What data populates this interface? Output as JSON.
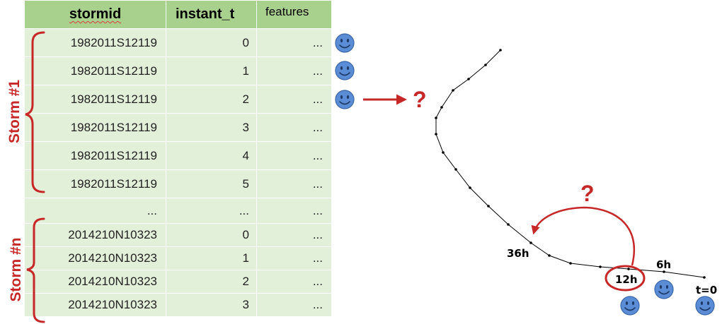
{
  "table": {
    "headers": {
      "stormid": "stormid",
      "instant_t": "instant_t",
      "features": "features"
    },
    "rows": [
      {
        "stormid": "1982011S12119",
        "instant_t": "0",
        "features": "...",
        "highlight": false
      },
      {
        "stormid": "1982011S12119",
        "instant_t": "1",
        "features": "...",
        "highlight": false
      },
      {
        "stormid": "1982011S12119",
        "instant_t": "2",
        "features": "...",
        "highlight": true
      },
      {
        "stormid": "1982011S12119",
        "instant_t": "3",
        "features": "...",
        "highlight": false
      },
      {
        "stormid": "1982011S12119",
        "instant_t": "4",
        "features": "...",
        "highlight": false
      },
      {
        "stormid": "1982011S12119",
        "instant_t": "5",
        "features": "...",
        "highlight": false
      },
      {
        "stormid": "...",
        "instant_t": "...",
        "features": "...",
        "highlight": false
      },
      {
        "stormid": "2014210N10323",
        "instant_t": "0",
        "features": "...",
        "highlight": false
      },
      {
        "stormid": "2014210N10323",
        "instant_t": "1",
        "features": "...",
        "highlight": false
      },
      {
        "stormid": "2014210N10323",
        "instant_t": "2",
        "features": "...",
        "highlight": false
      },
      {
        "stormid": "2014210N10323",
        "instant_t": "3",
        "features": "...",
        "highlight": false
      }
    ]
  },
  "storm_labels": {
    "first": "Storm #1",
    "last": "Storm #n"
  },
  "question_marks": {
    "arrow": "?",
    "track": "?"
  },
  "track_labels": {
    "t0": "t=0",
    "h6": "6h",
    "h12": "12h",
    "h36": "36h"
  },
  "icons": [
    "smiley-icon"
  ],
  "colors": {
    "header_bg": "#a9d18e",
    "cell_bg": "#e2efd9",
    "highlight_bg": "#f4a898",
    "accent_red": "#c62828",
    "smiley_fill": "#5b8dd6"
  }
}
